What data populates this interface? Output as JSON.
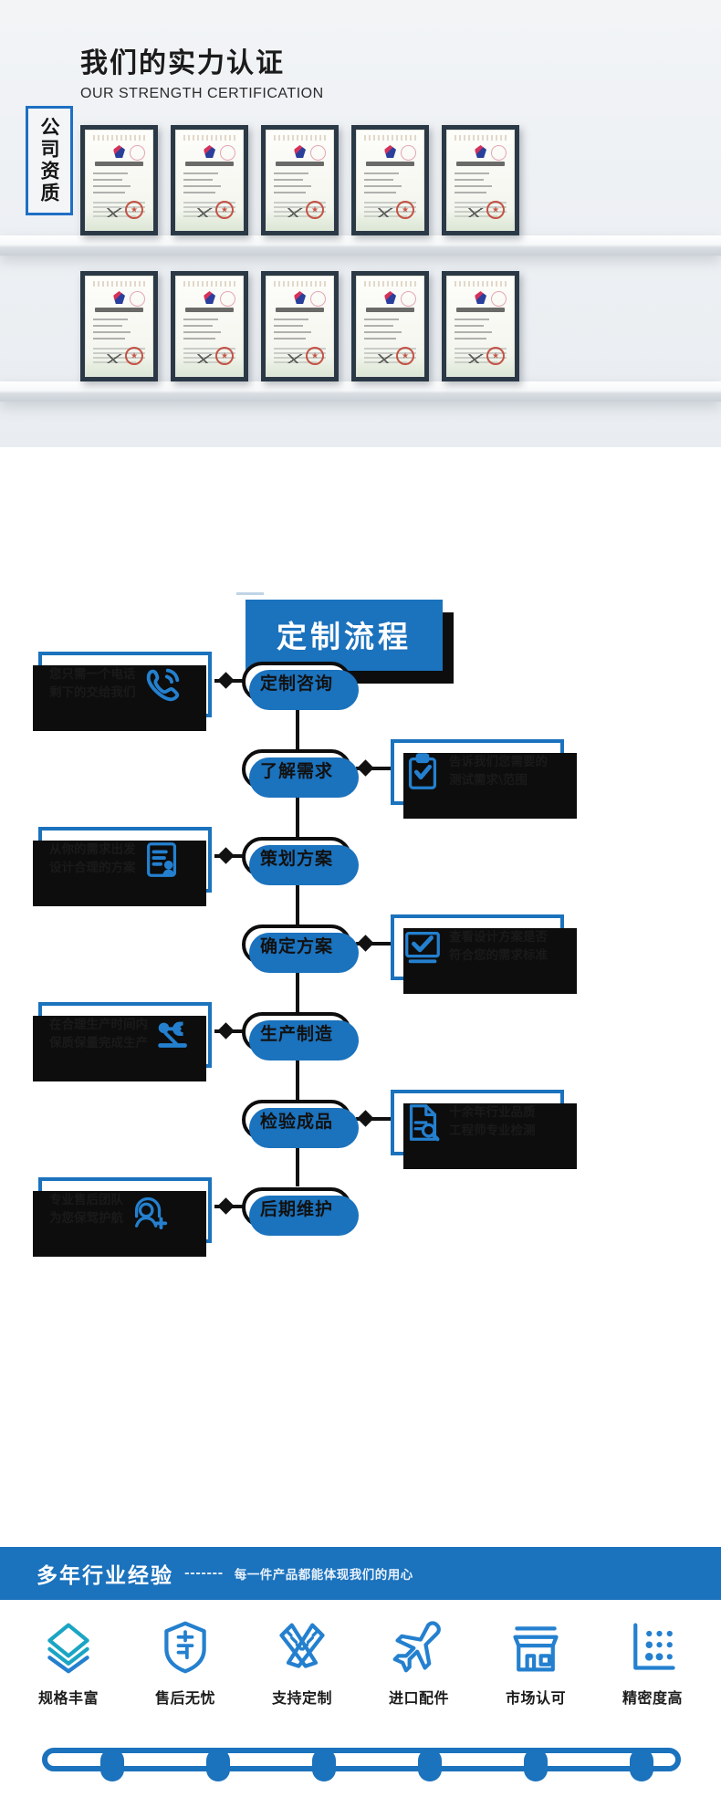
{
  "certification": {
    "heading_zh": "我们的实力认证",
    "heading_en": "OUR STRENGTH CERTIFICATION",
    "side_label": "公司资质",
    "certificate_title": "实用新型专利证书",
    "rows": [
      [
        1,
        2,
        3,
        4,
        5
      ],
      [
        6,
        7,
        8,
        9,
        10
      ]
    ]
  },
  "process": {
    "title": "定制流程",
    "steps": [
      {
        "pill": "定制咨询",
        "side": "left",
        "icon": "phone-icon",
        "text": "您只需一个电话\n剩下的交给我们"
      },
      {
        "pill": "了解需求",
        "side": "right",
        "icon": "clipboard-check-icon",
        "text": "告诉我们您需要的\n测试需求\\范围"
      },
      {
        "pill": "策划方案",
        "side": "left",
        "icon": "plan-user-icon",
        "text": "从你的需求出发\n设计合理的方案"
      },
      {
        "pill": "确定方案",
        "side": "right",
        "icon": "monitor-check-icon",
        "text": "查看设计方案是否\n符合您的需求标准"
      },
      {
        "pill": "生产制造",
        "side": "left",
        "icon": "worker-icon",
        "text": "在合理生产时间内\n保质保量完成生产"
      },
      {
        "pill": "检验成品",
        "side": "right",
        "icon": "document-search-icon",
        "text": "十余年行业品质\n工程师专业检测"
      },
      {
        "pill": "后期维护",
        "side": "left",
        "icon": "support-agent-icon",
        "text": "专业售后团队\n为您保驾护航"
      }
    ]
  },
  "banner": {
    "title": "多年行业经验",
    "dashes": "-------",
    "subtitle": "每一件产品都能体现我们的用心"
  },
  "features": [
    {
      "label": "规格丰富",
      "icon": "layers-icon"
    },
    {
      "label": "售后无忧",
      "icon": "shield-after-sales-icon"
    },
    {
      "label": "支持定制",
      "icon": "pencil-ruler-icon"
    },
    {
      "label": "进口配件",
      "icon": "airplane-icon"
    },
    {
      "label": "市场认可",
      "icon": "shop-icon"
    },
    {
      "label": "精密度高",
      "icon": "precision-dots-icon"
    }
  ],
  "colors": {
    "brand_blue": "#1b72bd",
    "icon_blue": "#2480cf",
    "ink": "#0d0d0d",
    "teal": "#1ba5c4"
  }
}
